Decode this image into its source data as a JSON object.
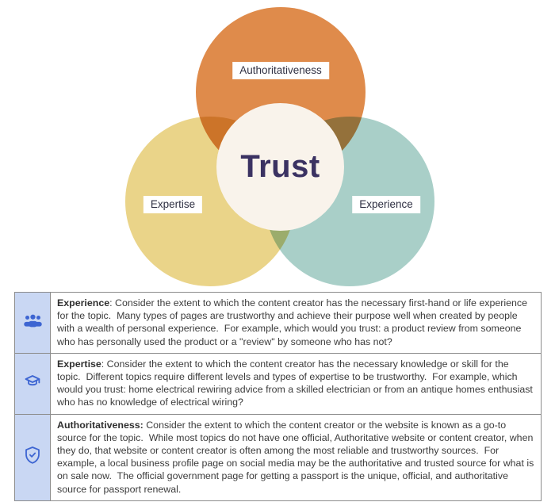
{
  "venn": {
    "center": {
      "label": "Trust",
      "color": "#F9F3EB",
      "text_color": "#3B3262"
    },
    "circles": [
      {
        "label": "Authoritativeness",
        "color": "#DF8B4B"
      },
      {
        "label": "Expertise",
        "color": "#EAD489"
      },
      {
        "label": "Experience",
        "color": "#A9CFC8"
      }
    ]
  },
  "table": {
    "icon_cell_color": "#C9D7F3",
    "icon_color": "#3D65D2",
    "rows": [
      {
        "icon": "people-group-icon",
        "term": "Experience",
        "text": ": Consider the extent to which the content creator has the necessary first-hand or life experience for the topic.  Many types of pages are trustworthy and achieve their purpose well when created by people with a wealth of personal experience.  For example, which would you trust: a product review from someone who has personally used the product or a \"review\" by someone who has not?"
      },
      {
        "icon": "graduation-cap-icon",
        "term": "Expertise",
        "text": ": Consider the extent to which the content creator has the necessary knowledge or skill for the topic.  Different topics require different levels and types of expertise to be trustworthy.  For example, which would you trust: home electrical rewiring advice from a skilled electrician or from an antique homes enthusiast who has no knowledge of electrical wiring?"
      },
      {
        "icon": "shield-check-icon",
        "term": "Authoritativeness:",
        "text": " Consider the extent to which the content creator or the website is known as a go-to source for the topic.  While most topics do not have one official, Authoritative website or content creator, when they do, that website or content creator is often among the most reliable and trustworthy sources.  For example, a local business profile page on social media may be the authoritative and trusted source for what is on sale now.  The official government page for getting a passport is the unique, official, and authoritative source for passport renewal."
      }
    ]
  }
}
